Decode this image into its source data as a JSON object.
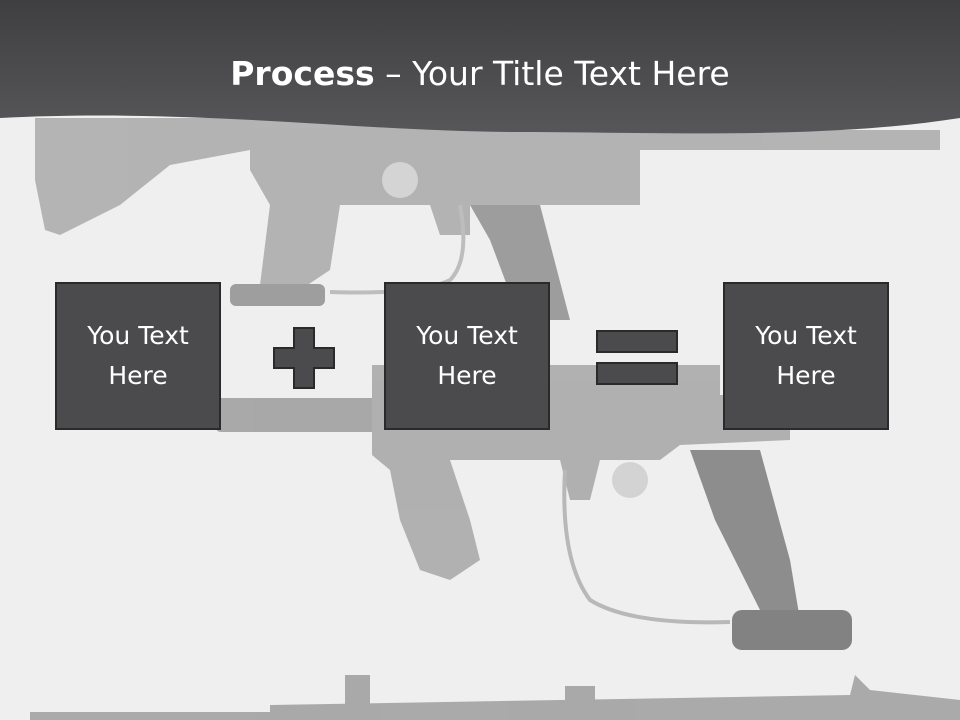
{
  "slide": {
    "title_bold": "Process",
    "title_rest": " – Your Title Text Here"
  },
  "process": {
    "steps": [
      {
        "line1": "You Text",
        "line2": "Here"
      },
      {
        "line1": "You Text",
        "line2": "Here"
      },
      {
        "line1": "You Text",
        "line2": "Here"
      }
    ],
    "operators": [
      "plus-icon",
      "equals-icon"
    ]
  },
  "colors": {
    "header": "#4a4a4c",
    "box_fill": "#4b4b4d",
    "box_border": "#2a2a2a",
    "background": "#efefef",
    "text": "#ffffff"
  }
}
